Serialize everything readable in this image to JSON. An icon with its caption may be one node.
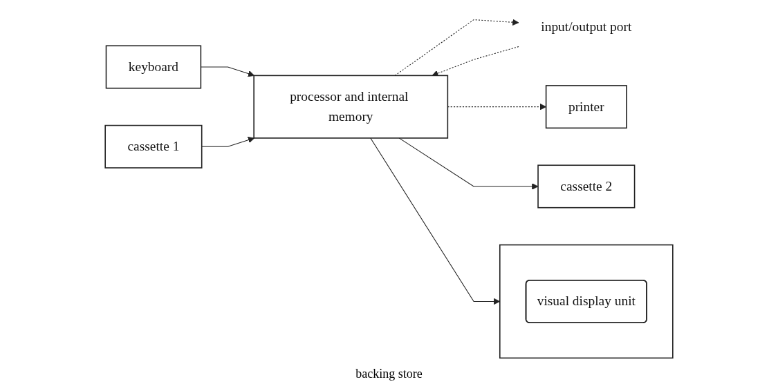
{
  "diagram": {
    "nodes": [
      {
        "text": [
          "keyboard"
        ]
      },
      {
        "text": [
          "processor and internal memory"
        ]
      },
      {
        "text": [
          "printer"
        ]
      },
      {
        "text": [],
        "shape": "box"
      },
      {
        "text": [
          "visual display unit"
        ],
        "in": 3
      },
      {
        "text": [
          "cassette 1"
        ]
      },
      {
        "text": [
          "cassette 2"
        ]
      },
      {
        "text": [
          "input/output port"
        ]
      }
    ],
    "edges": [
      {
        "from": 0,
        "to": 1,
        "arrow": "to"
      },
      {
        "from": 7,
        "to": 1,
        "arrow": "to",
        "style": "dashed"
      },
      {
        "from": 1,
        "to": 7,
        "arrow": "to",
        "style": "dashed"
      },
      {
        "from": 1,
        "to": 2,
        "arrow": "to",
        "style": "dashed"
      },
      {
        "from": 1,
        "to": 3,
        "arrow": "to"
      },
      {
        "from": 5,
        "to": 1,
        "arrow": "to"
      },
      {
        "from": 1,
        "to": 6,
        "arrow": "to"
      }
    ],
    "labels": [
      "backing store"
    ]
  }
}
